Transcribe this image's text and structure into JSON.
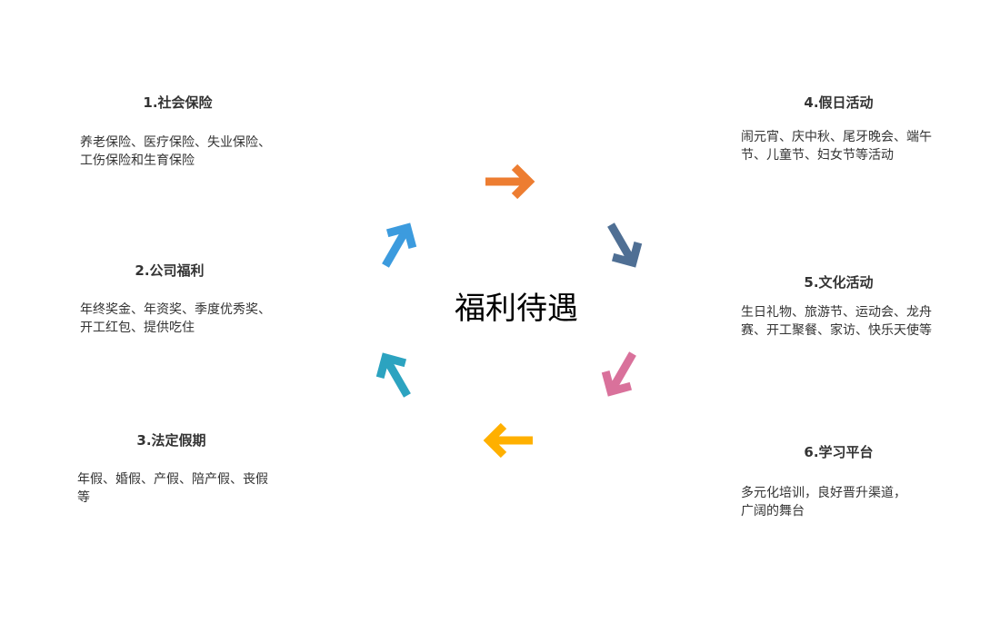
{
  "center_title": "福利待遇",
  "items": [
    {
      "title": "1.社会保险",
      "body": "养老保险、医疗保险、失业保险、工伤保险和生育保险"
    },
    {
      "title": "2.公司福利",
      "body": "年终奖金、年资奖、季度优秀奖、开工红包、提供吃住"
    },
    {
      "title": "3.法定假期",
      "body": "年假、婚假、产假、陪产假、丧假等"
    },
    {
      "title": "4.假日活动",
      "body": "闹元宵、庆中秋、尾牙晚会、端午节、儿童节、妇女节等活动"
    },
    {
      "title": "5.文化活动",
      "body": "生日礼物、旅游节、运动会、龙舟赛、开工聚餐、家访、快乐天使等"
    },
    {
      "title": "6.学习平台",
      "body": "多元化培训，良好晋升渠道，广阔的舞台"
    }
  ],
  "arrow_colors": [
    "#ED7D31",
    "#4F6F94",
    "#D9719B",
    "#FFB000",
    "#2CA3C0",
    "#3C9BDE"
  ]
}
